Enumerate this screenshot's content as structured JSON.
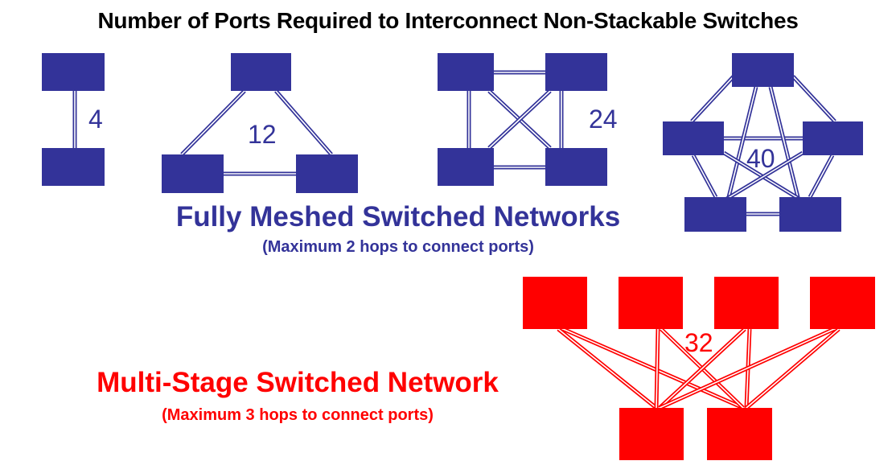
{
  "title": "Number of Ports Required to Interconnect Non-Stackable Switches",
  "colors": {
    "mesh": "#333399",
    "multistage": "#ff0000",
    "title": "#000000",
    "background": "#ffffff"
  },
  "fully_meshed": {
    "heading": "Fully Meshed Switched Networks",
    "subheading": "(Maximum 2 hops to connect ports)",
    "topologies": [
      {
        "switches": 2,
        "ports": "4"
      },
      {
        "switches": 3,
        "ports": "12"
      },
      {
        "switches": 4,
        "ports": "24"
      },
      {
        "switches": 5,
        "ports": "40"
      }
    ]
  },
  "multi_stage": {
    "heading": "Multi-Stage Switched Network",
    "subheading": "(Maximum 3 hops to connect ports)",
    "edge_switches": 4,
    "core_switches": 2,
    "ports": "32"
  }
}
